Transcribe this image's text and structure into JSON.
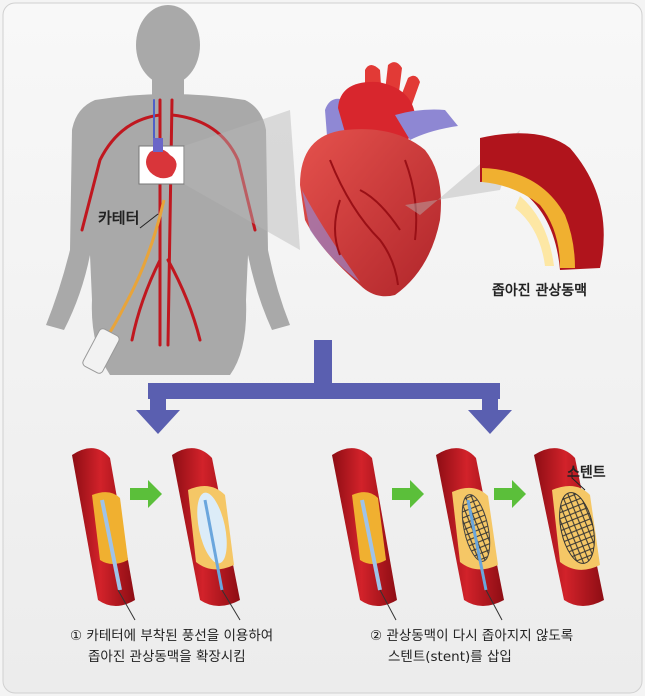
{
  "labels": {
    "catheter": "카테터",
    "narrowed_artery": "좁아진 관상동맥",
    "stent": "스텐트"
  },
  "steps": [
    {
      "marker": "①",
      "line1": "카테터에 부착된 풍선을 이용하여",
      "line2": "좁아진 관상동맥을 확장시킴"
    },
    {
      "marker": "②",
      "line1": "관상동맥이 다시 좁아지지 않도록",
      "line2": "스텐트(stent)를 삽입"
    }
  ],
  "colors": {
    "background": "#f4f4f4",
    "body_silhouette": "#a9a9a9",
    "artery": "#b0141c",
    "plaque": "#f0b030",
    "flow_arrow": "#5a5fb0",
    "step_arrow": "#5bbf3a",
    "heart": "#d93a36",
    "vein": "#7d6fc0"
  },
  "icons": [
    "human-silhouette",
    "heart-illustration",
    "artery-cross-section",
    "blood-vessel",
    "catheter",
    "balloon",
    "stent-mesh",
    "green-arrow",
    "blue-arrow"
  ]
}
